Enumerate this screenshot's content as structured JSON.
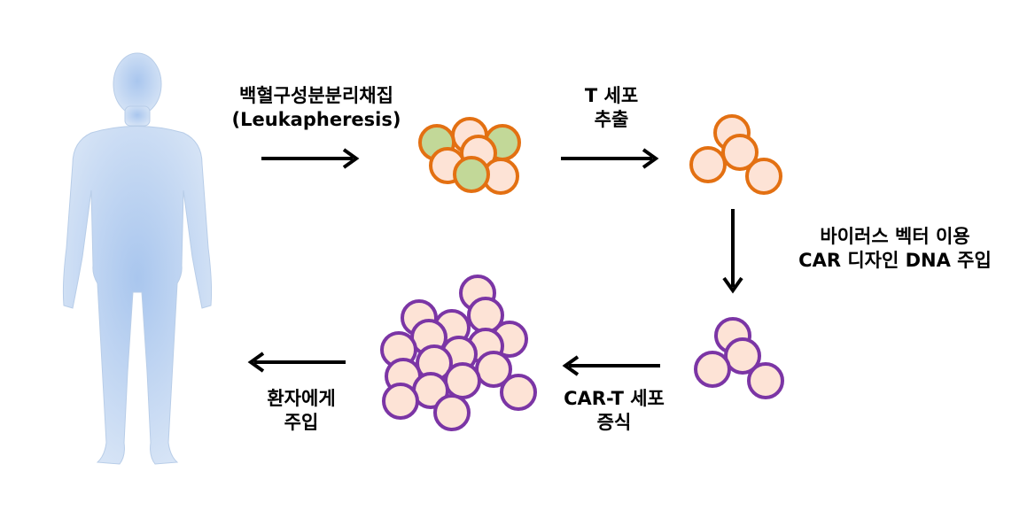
{
  "diagram": {
    "steps": [
      {
        "id": "leukapheresis",
        "lines": [
          "백혈구성분분리채집",
          "(Leukapheresis)"
        ]
      },
      {
        "id": "t-cell-extraction",
        "lines": [
          "T 세포",
          "추출"
        ]
      },
      {
        "id": "car-insertion",
        "lines": [
          "바이러스 벡터 이용",
          "CAR 디자인 DNA 주입"
        ]
      },
      {
        "id": "car-t-expansion",
        "lines": [
          "CAR-T 세포",
          "증식"
        ]
      },
      {
        "id": "patient-infusion",
        "lines": [
          "환자에게",
          "주입"
        ]
      }
    ],
    "colors": {
      "cell_fill": "#fde3d6",
      "t_cell_border": "#e37012",
      "other_cell_fill": "#c2d898",
      "car_t_border": "#7b35a5",
      "body": "#c6d9f2",
      "arrow": "#000000"
    }
  }
}
